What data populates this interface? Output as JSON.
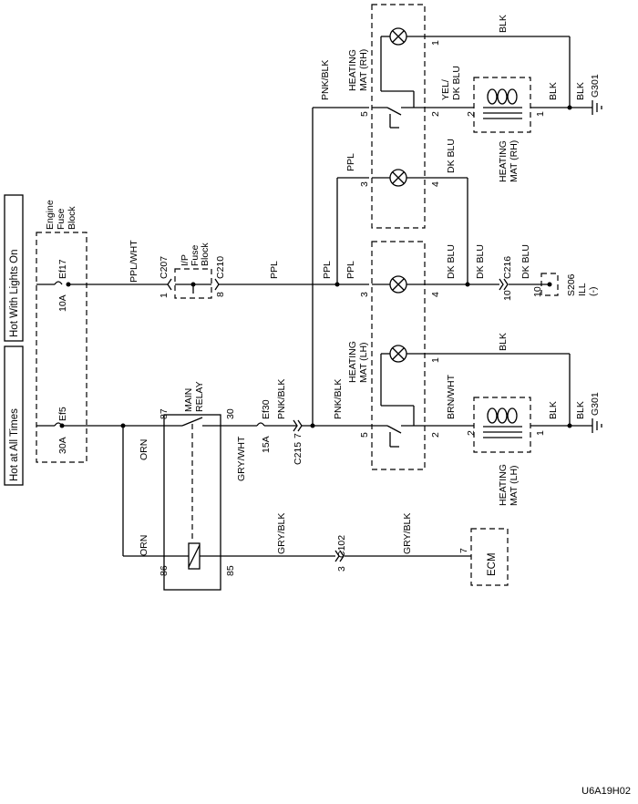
{
  "labels": {
    "hot_at_all_times": "Hot at All Times",
    "hot_with_lights_on": "Hot With Lights On",
    "engine_fuse_block_1": "Engine",
    "engine_fuse_block_2": "Fuse",
    "engine_fuse_block_3": "Block",
    "ef5": "Ef5",
    "ef5_rating": "30A",
    "ef17": "Ef17",
    "ef17_rating": "10A",
    "ef30": "Ef30",
    "ef30_rating": "15A",
    "main_relay_1": "MAIN",
    "main_relay_2": "RELAY",
    "relay_pin_87": "87",
    "relay_pin_30": "30",
    "relay_pin_86": "86",
    "relay_pin_85": "85",
    "orn_1": "ORN",
    "orn_2": "ORN",
    "gry_wht": "GRY/WHT",
    "gry_blk_1": "GRY/BLK",
    "gry_blk_2": "GRY/BLK",
    "pnk_blk_1": "PNK/BLK",
    "pnk_blk_2": "PNK/BLK",
    "pnk_blk_3": "PNK/BLK",
    "ppl_wht": "PPL/WHT",
    "ppl_1": "PPL",
    "ppl_2": "PPL",
    "ppl_3": "PPL",
    "ppl_4": "PPL",
    "c207": "C207",
    "c210": "C210",
    "c215": "C215",
    "c215_pin": "7",
    "c102": "C102",
    "c102_pin": "3",
    "c216": "C216",
    "c216_pin": "10",
    "ip_fuse_1": "I/P",
    "ip_fuse_2": "Fuse",
    "ip_fuse_3": "Block",
    "c207_pin": "1",
    "c210_pin": "8",
    "ecm": "ECM",
    "ecm_pin": "7",
    "heating_mat_lh_1": "HEATING",
    "heating_mat_lh_2": "MAT (LH)",
    "heating_mat_rh_1": "HEATING",
    "heating_mat_rh_2": "MAT (RH)",
    "heating_mat_lh_elem_1": "HEATING",
    "heating_mat_lh_elem_2": "MAT (LH)",
    "heating_mat_rh_elem_1": "HEATING",
    "heating_mat_rh_elem_2": "MAT (RH)",
    "lh_pin_5": "5",
    "lh_pin_3": "3",
    "lh_pin_4": "4",
    "lh_pin_2": "2",
    "lh_pin_1": "1",
    "lh_elem_pin_2": "2",
    "lh_elem_pin_1": "1",
    "rh_pin_5": "5",
    "rh_pin_3": "3",
    "rh_pin_4": "4",
    "rh_pin_2": "2",
    "rh_pin_1": "1",
    "rh_elem_pin_2": "2",
    "rh_elem_pin_1": "1",
    "brn_wht": "BRN/WHT",
    "yel": "YEL/",
    "dk_blu_yel": "DK BLU",
    "dk_blu_1": "DK BLU",
    "dk_blu_2": "DK BLU",
    "dk_blu_3": "DK BLU",
    "dk_blu_4": "DK BLU",
    "blk_1": "BLK",
    "blk_2": "BLK",
    "blk_3": "BLK",
    "blk_4": "BLK",
    "blk_5": "BLK",
    "blk_6": "BLK",
    "g301_1": "G301",
    "g301_2": "G301",
    "s206_1": "S206",
    "s206_2": "ILL",
    "s206_3": "(-)",
    "s206_pin": "10",
    "figure_code": "U6A19H02"
  }
}
